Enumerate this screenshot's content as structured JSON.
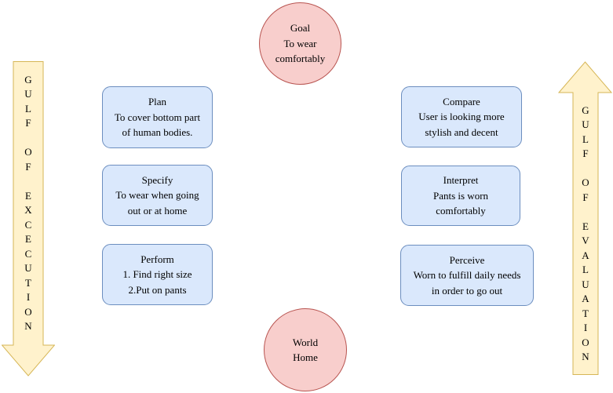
{
  "diagram": {
    "goal_node": {
      "title": "Goal",
      "body": "To wear\ncomfortably"
    },
    "world_node": {
      "title": "World",
      "body": "Home"
    },
    "execution_stages": [
      {
        "title": "Plan",
        "body": "To cover bottom part\nof human bodies."
      },
      {
        "title": "Specify",
        "body": "To wear when going\nout or at home"
      },
      {
        "title": "Perform",
        "body": "1. Find right size\n2.Put on pants"
      }
    ],
    "evaluation_stages": [
      {
        "title": "Compare",
        "body": "User is looking more\nstylish and decent"
      },
      {
        "title": "Interpret",
        "body": "Pants is worn\ncomfortably"
      },
      {
        "title": "Perceive",
        "body": "Worn to fulfill daily needs\nin order to go out"
      }
    ],
    "gulf_of_execution": {
      "label": "GULF OF EXCECUTION",
      "direction": "down"
    },
    "gulf_of_evaluation": {
      "label": "GULF OF EVALUATION",
      "direction": "up"
    },
    "colors": {
      "circle_fill": "#f8cecc",
      "circle_stroke": "#b85450",
      "box_fill": "#dae8fc",
      "box_stroke": "#6c8ebf",
      "arrow_fill": "#fff2cc",
      "arrow_stroke": "#d6b656"
    }
  }
}
